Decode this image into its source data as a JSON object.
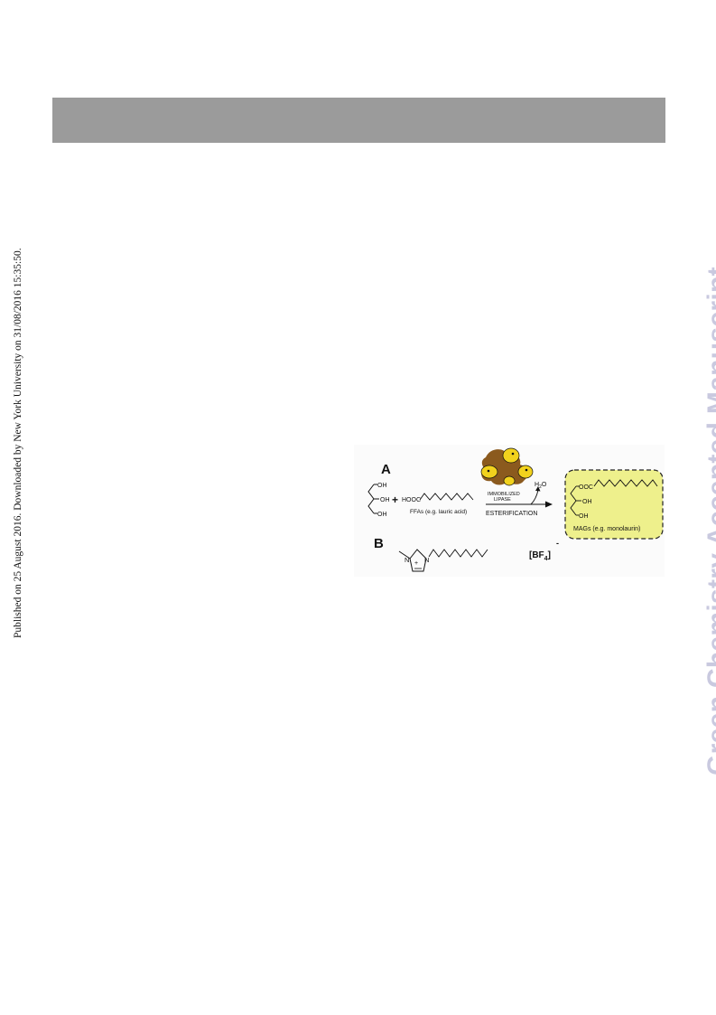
{
  "side_left_text": "Published on 25 August 2016. Downloaded by New York University on 31/08/2016 15:35:50.",
  "side_right_text": "Green Chemistry Accepted Manuscript",
  "figure": {
    "label_a": "A",
    "label_b": "B",
    "glycerol_oh": [
      "OH",
      "OH",
      "OH"
    ],
    "plus": "+",
    "ffa_group": "HOOC",
    "ffa_caption": "FFAs (e.g. lauric acid)",
    "lipase_line1": "IMMOBILIZED",
    "lipase_line2": "LIPASE",
    "water": "H",
    "water_sub": "2",
    "water_o": "O",
    "esterification": "ESTERIFICATION",
    "mag_group": "OOC",
    "mag_oh": [
      "OH",
      "OH"
    ],
    "mag_caption": "MAGs (e.g. monolaurin)",
    "il_n1": "N",
    "il_n2": "N",
    "il_plus": "+",
    "anion": "[BF",
    "anion_sub": "4",
    "anion_close": "]",
    "anion_charge": "-"
  },
  "colors": {
    "header_bar": "#9b9b9b",
    "watermark": "#c9c9df",
    "enzyme_brown": "#8b5a1e",
    "enzyme_yellow": "#f2d21d",
    "product_box": "#eef08c"
  }
}
